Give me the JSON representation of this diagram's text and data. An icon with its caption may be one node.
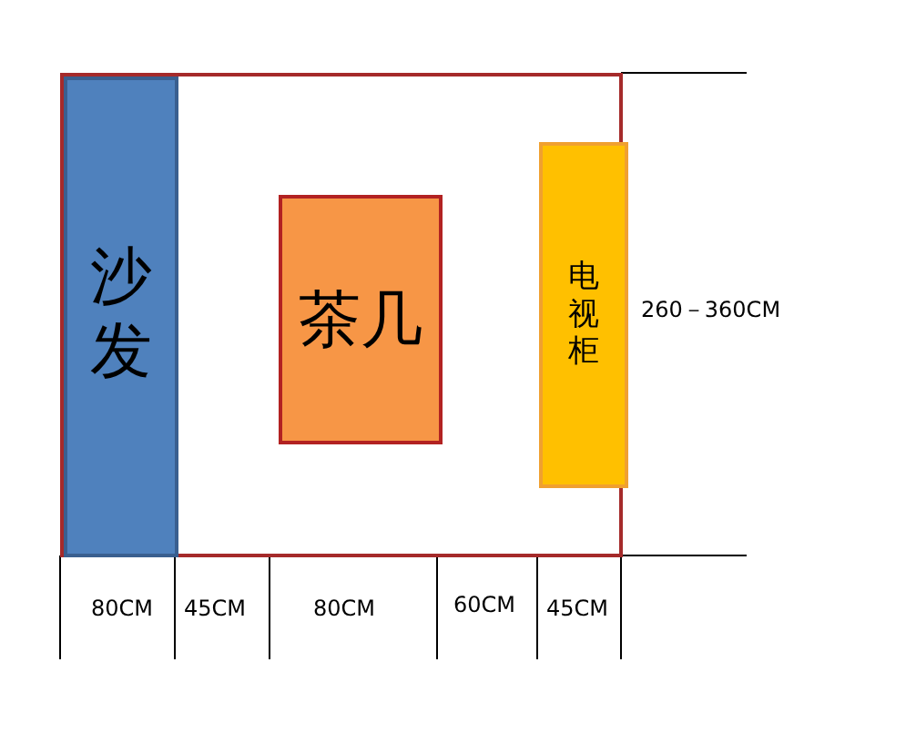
{
  "diagram": {
    "nodes": [
      {
        "text": [],
        "shape": "box"
      },
      {
        "text": [
          "沙发"
        ],
        "in": 0
      },
      {
        "text": [
          "茶几"
        ],
        "in": 0
      },
      {
        "text": [
          "电视柜"
        ],
        "in": 0
      }
    ],
    "labels": [
      "260－360CM",
      "80CM",
      "45CM",
      "80CM",
      "60CM",
      "45CM"
    ]
  }
}
